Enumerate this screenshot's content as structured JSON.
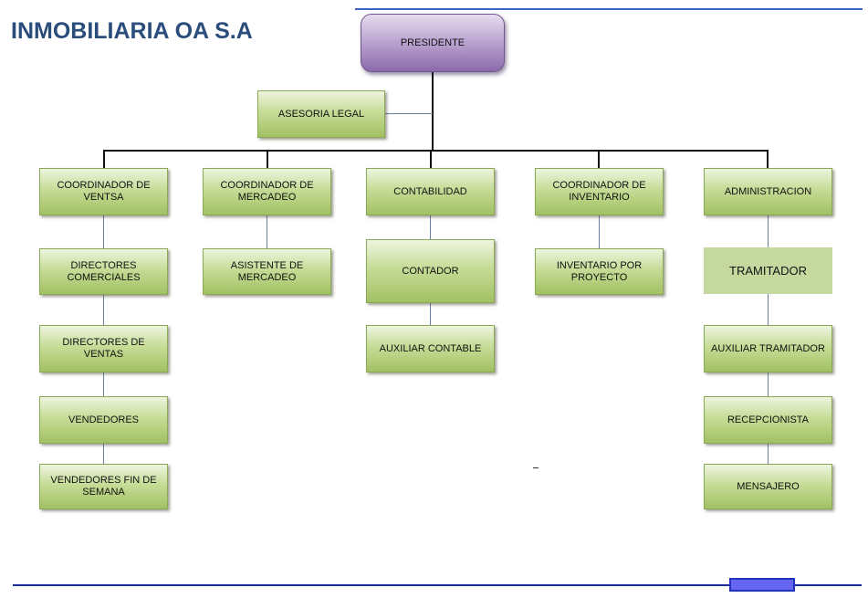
{
  "title": "INMOBILIARIA OA S.A",
  "colors": {
    "title": "#2a4d7c",
    "top_rule": "#3b63c4",
    "bottom_rule": "#1a2a9a",
    "footer_tab": "#6666f2",
    "node_green": "#b5cf7f",
    "node_flat": "#c5d99e",
    "node_purple": "#a88bc2"
  },
  "org": {
    "president": "PRESIDENTE",
    "advisor": "ASESORIA LEGAL",
    "departments": [
      {
        "head": "COORDINADOR DE VENTSA",
        "children": [
          "DIRECTORES COMERCIALES",
          "DIRECTORES DE VENTAS",
          "VENDEDORES",
          "VENDEDORES FIN DE SEMANA"
        ]
      },
      {
        "head": "COORDINADOR DE MERCADEO",
        "children": [
          "ASISTENTE DE MERCADEO"
        ]
      },
      {
        "head": "CONTABILIDAD",
        "children": [
          "CONTADOR",
          "AUXILIAR CONTABLE"
        ]
      },
      {
        "head": "COORDINADOR DE INVENTARIO",
        "children": [
          "INVENTARIO POR PROYECTO"
        ]
      },
      {
        "head": "ADMINISTRACION",
        "children": [
          "TRAMITADOR",
          "AUXILIAR TRAMITADOR",
          "RECEPCIONISTA",
          "MENSAJERO"
        ]
      }
    ]
  }
}
